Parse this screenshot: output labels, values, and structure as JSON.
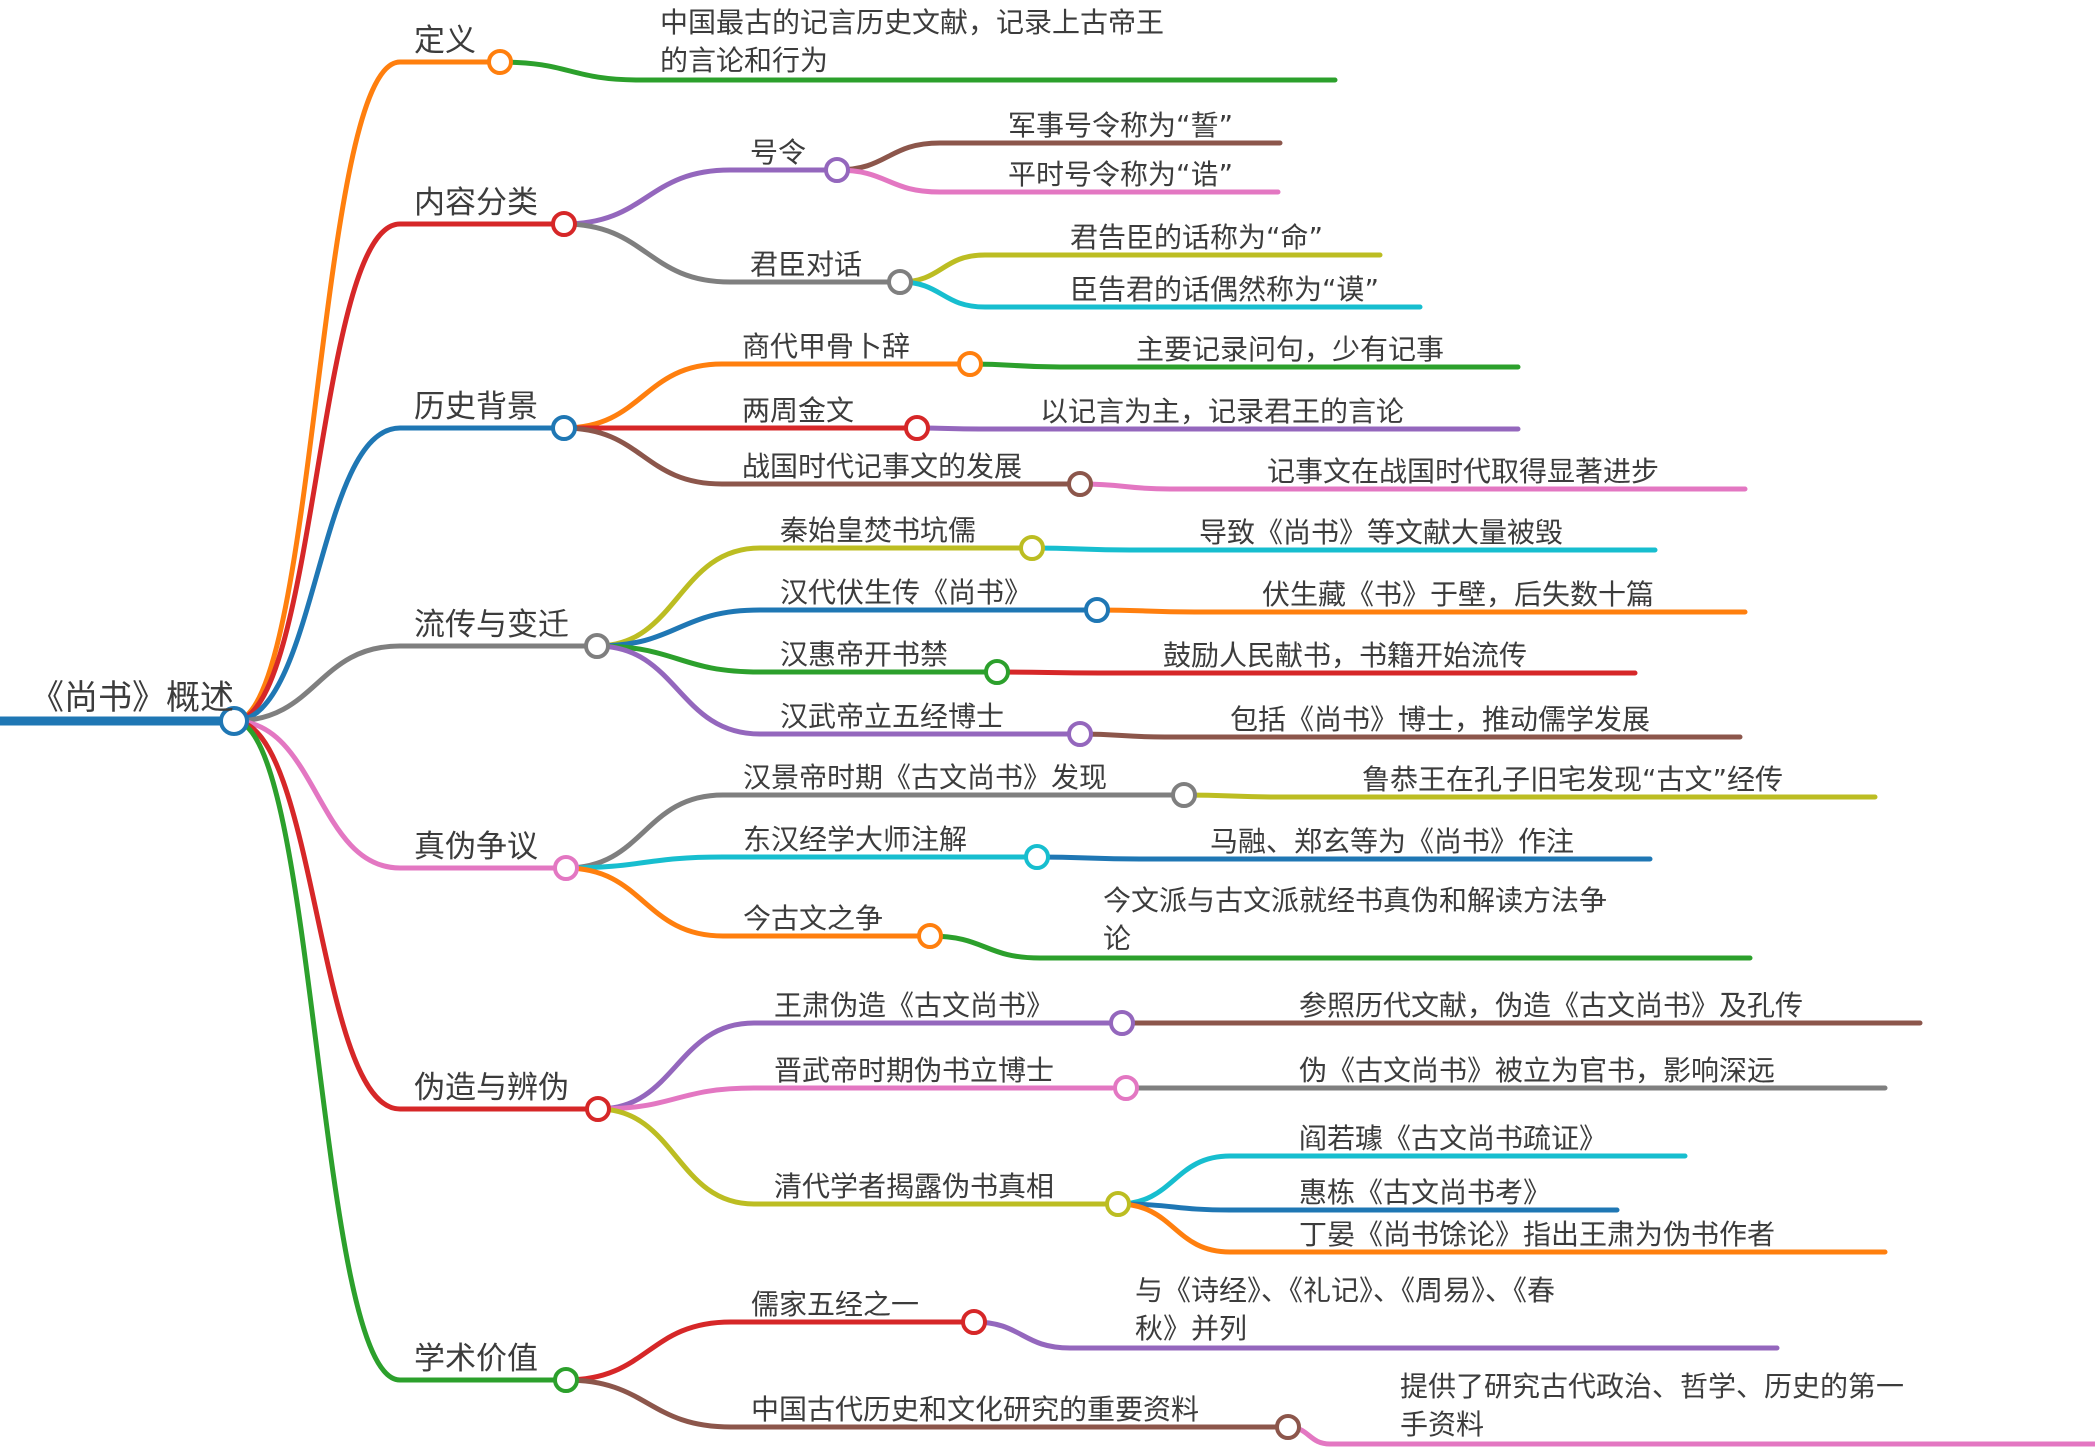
{
  "colors": {
    "blue": "#1f77b4",
    "orange": "#ff7f0e",
    "green": "#2ca02c",
    "red": "#d62728",
    "purple": "#9467bd",
    "brown": "#8c564b",
    "pink": "#e377c2",
    "gray": "#7f7f7f",
    "olive": "#bcbd22",
    "cyan": "#17becf",
    "text": "#3c3c3c",
    "background": "#ffffff"
  },
  "tree": {
    "label": "《尚书》概述",
    "color": "blue",
    "children": [
      {
        "label": "定义",
        "color": "orange",
        "children": [
          {
            "label": "中国最古的记言历史文献，记录上古帝王\n的言论和行为",
            "color": "green",
            "children": []
          }
        ]
      },
      {
        "label": "内容分类",
        "color": "red",
        "children": [
          {
            "label": "号令",
            "color": "purple",
            "children": [
              {
                "label": "军事号令称为“誓”",
                "color": "brown",
                "children": []
              },
              {
                "label": "平时号令称为“诰”",
                "color": "pink",
                "children": []
              }
            ]
          },
          {
            "label": "君臣对话",
            "color": "gray",
            "children": [
              {
                "label": "君告臣的话称为“命”",
                "color": "olive",
                "children": []
              },
              {
                "label": "臣告君的话偶然称为“谟”",
                "color": "cyan",
                "children": []
              }
            ]
          }
        ]
      },
      {
        "label": "历史背景",
        "color": "blue",
        "children": [
          {
            "label": "商代甲骨卜辞",
            "color": "orange",
            "children": [
              {
                "label": "主要记录问句，少有记事",
                "color": "green",
                "children": []
              }
            ]
          },
          {
            "label": "两周金文",
            "color": "red",
            "children": [
              {
                "label": "以记言为主，记录君王的言论",
                "color": "purple",
                "children": []
              }
            ]
          },
          {
            "label": "战国时代记事文的发展",
            "color": "brown",
            "children": [
              {
                "label": "记事文在战国时代取得显著进步",
                "color": "pink",
                "children": []
              }
            ]
          }
        ]
      },
      {
        "label": "流传与变迁",
        "color": "gray",
        "children": [
          {
            "label": "秦始皇焚书坑儒",
            "color": "olive",
            "children": [
              {
                "label": "导致《尚书》等文献大量被毁",
                "color": "cyan",
                "children": []
              }
            ]
          },
          {
            "label": "汉代伏生传《尚书》",
            "color": "blue",
            "children": [
              {
                "label": "伏生藏《书》于壁，后失数十篇",
                "color": "orange",
                "children": []
              }
            ]
          },
          {
            "label": "汉惠帝开书禁",
            "color": "green",
            "children": [
              {
                "label": "鼓励人民献书，书籍开始流传",
                "color": "red",
                "children": []
              }
            ]
          },
          {
            "label": "汉武帝立五经博士",
            "color": "purple",
            "children": [
              {
                "label": "包括《尚书》博士，推动儒学发展",
                "color": "brown",
                "children": []
              }
            ]
          }
        ]
      },
      {
        "label": "真伪争议",
        "color": "pink",
        "children": [
          {
            "label": "汉景帝时期《古文尚书》发现",
            "color": "gray",
            "children": [
              {
                "label": "鲁恭王在孔子旧宅发现“古文”经传",
                "color": "olive",
                "children": []
              }
            ]
          },
          {
            "label": "东汉经学大师注解",
            "color": "cyan",
            "children": [
              {
                "label": "马融、郑玄等为《尚书》作注",
                "color": "blue",
                "children": []
              }
            ]
          },
          {
            "label": "今古文之争",
            "color": "orange",
            "children": [
              {
                "label": "今文派与古文派就经书真伪和解读方法争\n论",
                "color": "green",
                "children": []
              }
            ]
          }
        ]
      },
      {
        "label": "伪造与辨伪",
        "color": "red",
        "children": [
          {
            "label": "王肃伪造《古文尚书》",
            "color": "purple",
            "children": [
              {
                "label": "参照历代文献，伪造《古文尚书》及孔传",
                "color": "brown",
                "children": []
              }
            ]
          },
          {
            "label": "晋武帝时期伪书立博士",
            "color": "pink",
            "children": [
              {
                "label": "伪《古文尚书》被立为官书，影响深远",
                "color": "gray",
                "children": []
              }
            ]
          },
          {
            "label": "清代学者揭露伪书真相",
            "color": "olive",
            "children": [
              {
                "label": "阎若璩《古文尚书疏证》",
                "color": "cyan",
                "children": []
              },
              {
                "label": "惠栋《古文尚书考》",
                "color": "blue",
                "children": []
              },
              {
                "label": "丁晏《尚书馀论》指出王肃为伪书作者",
                "color": "orange",
                "children": []
              }
            ]
          }
        ]
      },
      {
        "label": "学术价值",
        "color": "green",
        "children": [
          {
            "label": "儒家五经之一",
            "color": "red",
            "children": [
              {
                "label": "与《诗经》、《礼记》、《周易》、《春\n秋》并列",
                "color": "purple",
                "children": []
              }
            ]
          },
          {
            "label": "中国古代历史和文化研究的重要资料",
            "color": "brown",
            "children": [
              {
                "label": "提供了研究古代政治、哲学、历史的第一\n手资料",
                "color": "pink",
                "children": []
              }
            ]
          }
        ]
      }
    ]
  }
}
